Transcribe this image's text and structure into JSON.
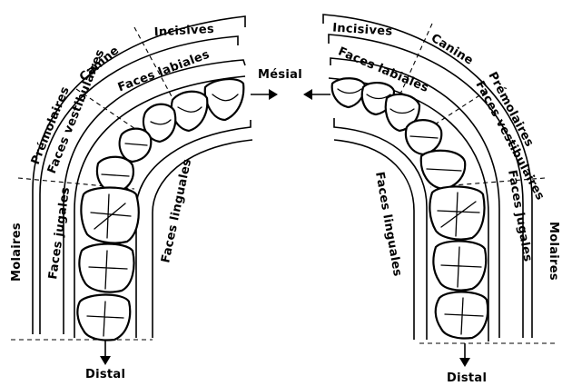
{
  "labels": {
    "incisives": "Incisives",
    "canine": "Canine",
    "premolaires": "Prémolaires",
    "molaires": "Molaires",
    "faces_labiales": "Faces labiales",
    "faces_vestibulaires": "Faces vestibulaires",
    "faces_jugales": "Faces jugales",
    "faces_linguales": "Faces linguales",
    "mesial": "Mésial",
    "distal": "Distal"
  }
}
